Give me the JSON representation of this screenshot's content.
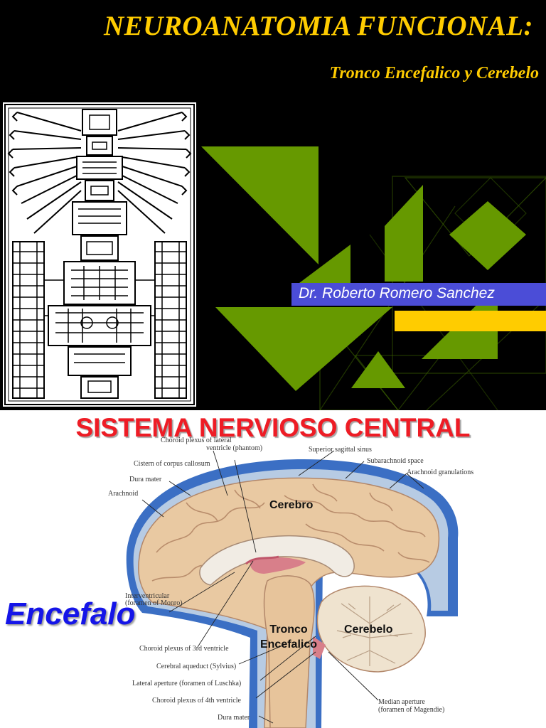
{
  "slide1": {
    "title": "NEUROANATOMIA FUNCIONAL:",
    "subtitle": "Tronco Encefalico y Cerebelo",
    "author": "Dr. Roberto Romero Sanchez",
    "colors": {
      "background": "#000000",
      "title": "#ffcc00",
      "shape_green": "#669900",
      "author_box": "#4b4dd7",
      "accent_bar": "#ffcc00"
    }
  },
  "slide2": {
    "title": "SISTEMA NERVIOSO CENTRAL",
    "side_label": "Encefalo",
    "regions": {
      "cerebro": "Cerebro",
      "tronco_line1": "Tronco",
      "tronco_line2": "Encefalico",
      "cerebelo": "Cerebelo"
    },
    "annotations": {
      "choroid_lateral": "Choroid plexus of lateral",
      "ventricle_phantom": "ventricle (phantom)",
      "cistern": "Cistern of corpus callosum",
      "dura_top": "Dura mater",
      "arachnoid": "Arachnoid",
      "sagittal_sinus": "Superior sagittal sinus",
      "subarachnoid": "Subarachnoid space",
      "granulations": "Arachnoid granulations",
      "interventricular_1": "Interventricular",
      "interventricular_2": "(foramen of Monro)",
      "choroid_3rd": "Choroid plexus of 3rd ventricle",
      "aqueduct": "Cerebral aqueduct (Sylvius)",
      "lateral_aperture": "Lateral aperture (foramen of Luschka)",
      "choroid_4th": "Choroid plexus of 4th ventricle",
      "dura_bottom": "Dura mater",
      "median_aperture_1": "Median aperture",
      "median_aperture_2": "(foramen of Magendie)"
    },
    "colors": {
      "title": "#ee1c25",
      "side_label": "#1515e8",
      "meninges": "#3b6fc4",
      "brain": "#e9c9a2"
    }
  }
}
